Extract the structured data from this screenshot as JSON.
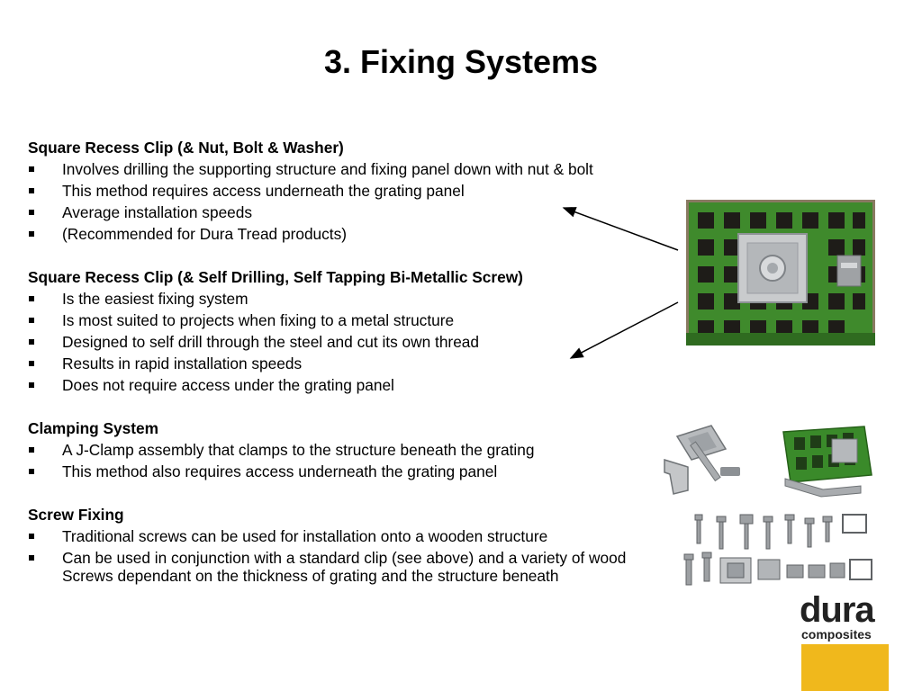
{
  "title": "3. Fixing Systems",
  "sections": [
    {
      "heading": "Square Recess Clip (& Nut, Bolt & Washer)",
      "bullets": [
        "Involves drilling the supporting structure and fixing panel down with nut & bolt",
        "This method requires access underneath the grating panel",
        "Average installation speeds",
        "(Recommended for Dura Tread products)"
      ]
    },
    {
      "heading": "Square Recess Clip (& Self Drilling, Self Tapping Bi-Metallic Screw)",
      "bullets": [
        "Is the easiest fixing system",
        "Is most suited to projects when fixing to a metal structure",
        "Designed to self drill through the steel and cut its own thread",
        "Results in rapid installation speeds",
        "Does not require access under the grating panel"
      ]
    },
    {
      "heading": "Clamping System",
      "bullets": [
        "A J-Clamp assembly that clamps to the structure beneath the grating",
        "This method also requires access underneath the grating panel"
      ]
    },
    {
      "heading": "Screw Fixing",
      "bullets": [
        "Traditional screws can be used for installation onto a wooden structure",
        "Can be used in conjunction with a standard clip (see above) and a variety of wood Screws dependant on the thickness of grating and the structure beneath"
      ]
    }
  ],
  "logo": {
    "word": "dura",
    "sub": "composites"
  },
  "colors": {
    "grating_green": "#3f8a2c",
    "logo_yellow": "#f0b81c"
  }
}
